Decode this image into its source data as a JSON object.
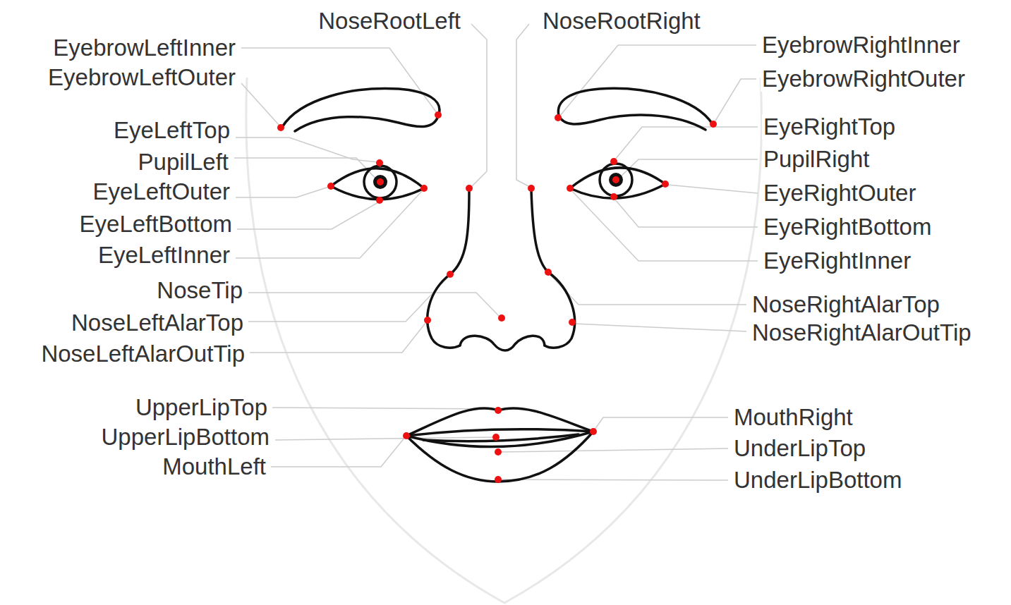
{
  "diagram": {
    "labels": [
      "NoseRootLeft",
      "NoseRootRight",
      "EyebrowLeftInner",
      "EyebrowRightInner",
      "EyebrowLeftOuter",
      "EyebrowRightOuter",
      "EyeLeftTop",
      "EyeRightTop",
      "PupilLeft",
      "PupilRight",
      "EyeLeftOuter",
      "EyeRightOuter",
      "EyeLeftBottom",
      "EyeRightBottom",
      "EyeLeftInner",
      "EyeRightInner",
      "NoseTip",
      "NoseRightAlarTop",
      "NoseLeftAlarTop",
      "NoseRightAlarOutTip",
      "NoseLeftAlarOutTip",
      "UpperLipTop",
      "MouthRight",
      "UpperLipBottom",
      "UnderLipTop",
      "MouthLeft",
      "UnderLipBottom"
    ]
  }
}
